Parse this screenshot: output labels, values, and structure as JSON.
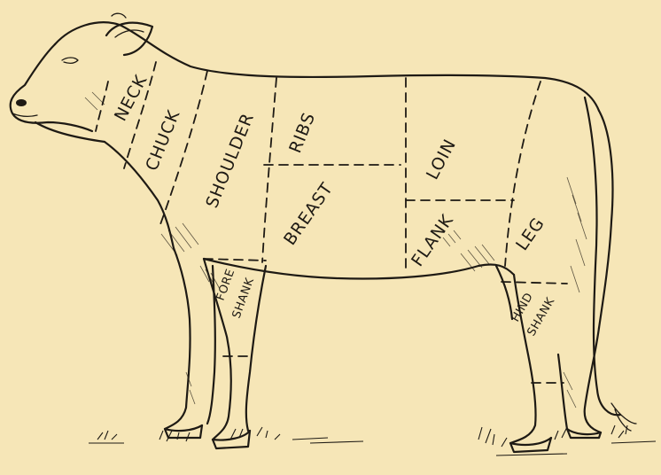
{
  "labels": {
    "neck": "NECK",
    "chuck": "CHUCK",
    "shoulder": "SHOULDER",
    "ribs": "RIBS",
    "breast": "BREAST",
    "loin": "LOIN",
    "flank": "FLANK",
    "leg": "LEG",
    "fore_shank_1": "FORE",
    "fore_shank_2": "SHANK",
    "hind_shank_1": "HIND",
    "hind_shank_2": "SHANK"
  }
}
